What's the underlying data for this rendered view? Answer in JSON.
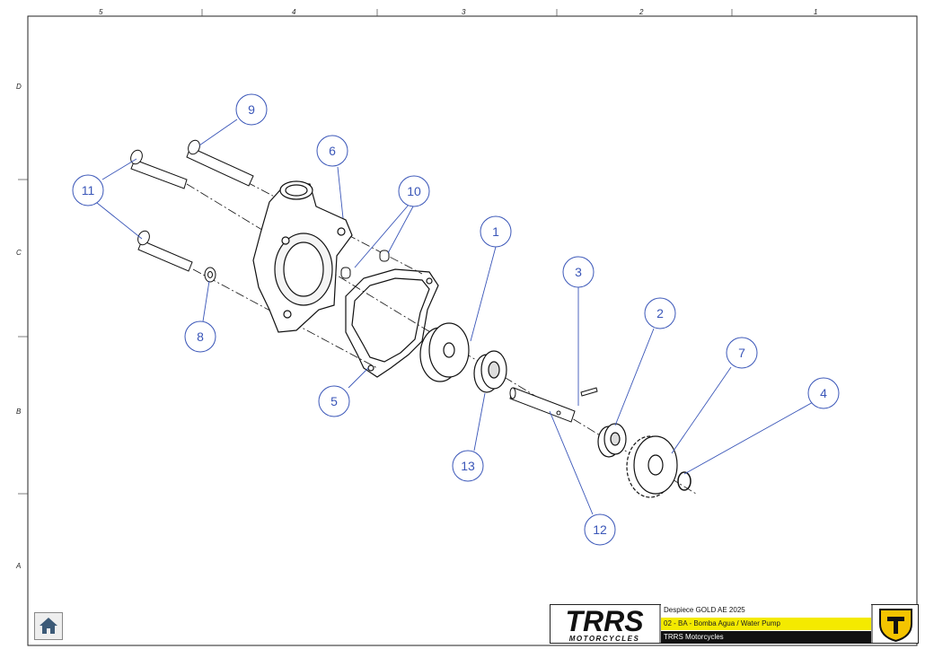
{
  "zones": {
    "columns": [
      "5",
      "4",
      "3",
      "2",
      "1"
    ],
    "rows": [
      "D",
      "C",
      "B",
      "A"
    ]
  },
  "callouts": [
    "1",
    "2",
    "3",
    "4",
    "5",
    "6",
    "7",
    "8",
    "9",
    "10",
    "11",
    "12",
    "13"
  ],
  "title_block": {
    "part_set": "Despiece GOLD AE 2025",
    "section": "02 - BA - Bomba Agua / Water Pump",
    "company": "TRRS Motorcycles",
    "logo_main": "TRRS",
    "logo_sub": "MOTORCYCLES"
  },
  "colors": {
    "callout": "#3a56b8",
    "line": "#111111",
    "highlight": "#f4ea00",
    "dark": "#111111",
    "red": "#e30613"
  },
  "icons": {
    "home": "home-icon",
    "brand": "trrs-shield-icon"
  }
}
